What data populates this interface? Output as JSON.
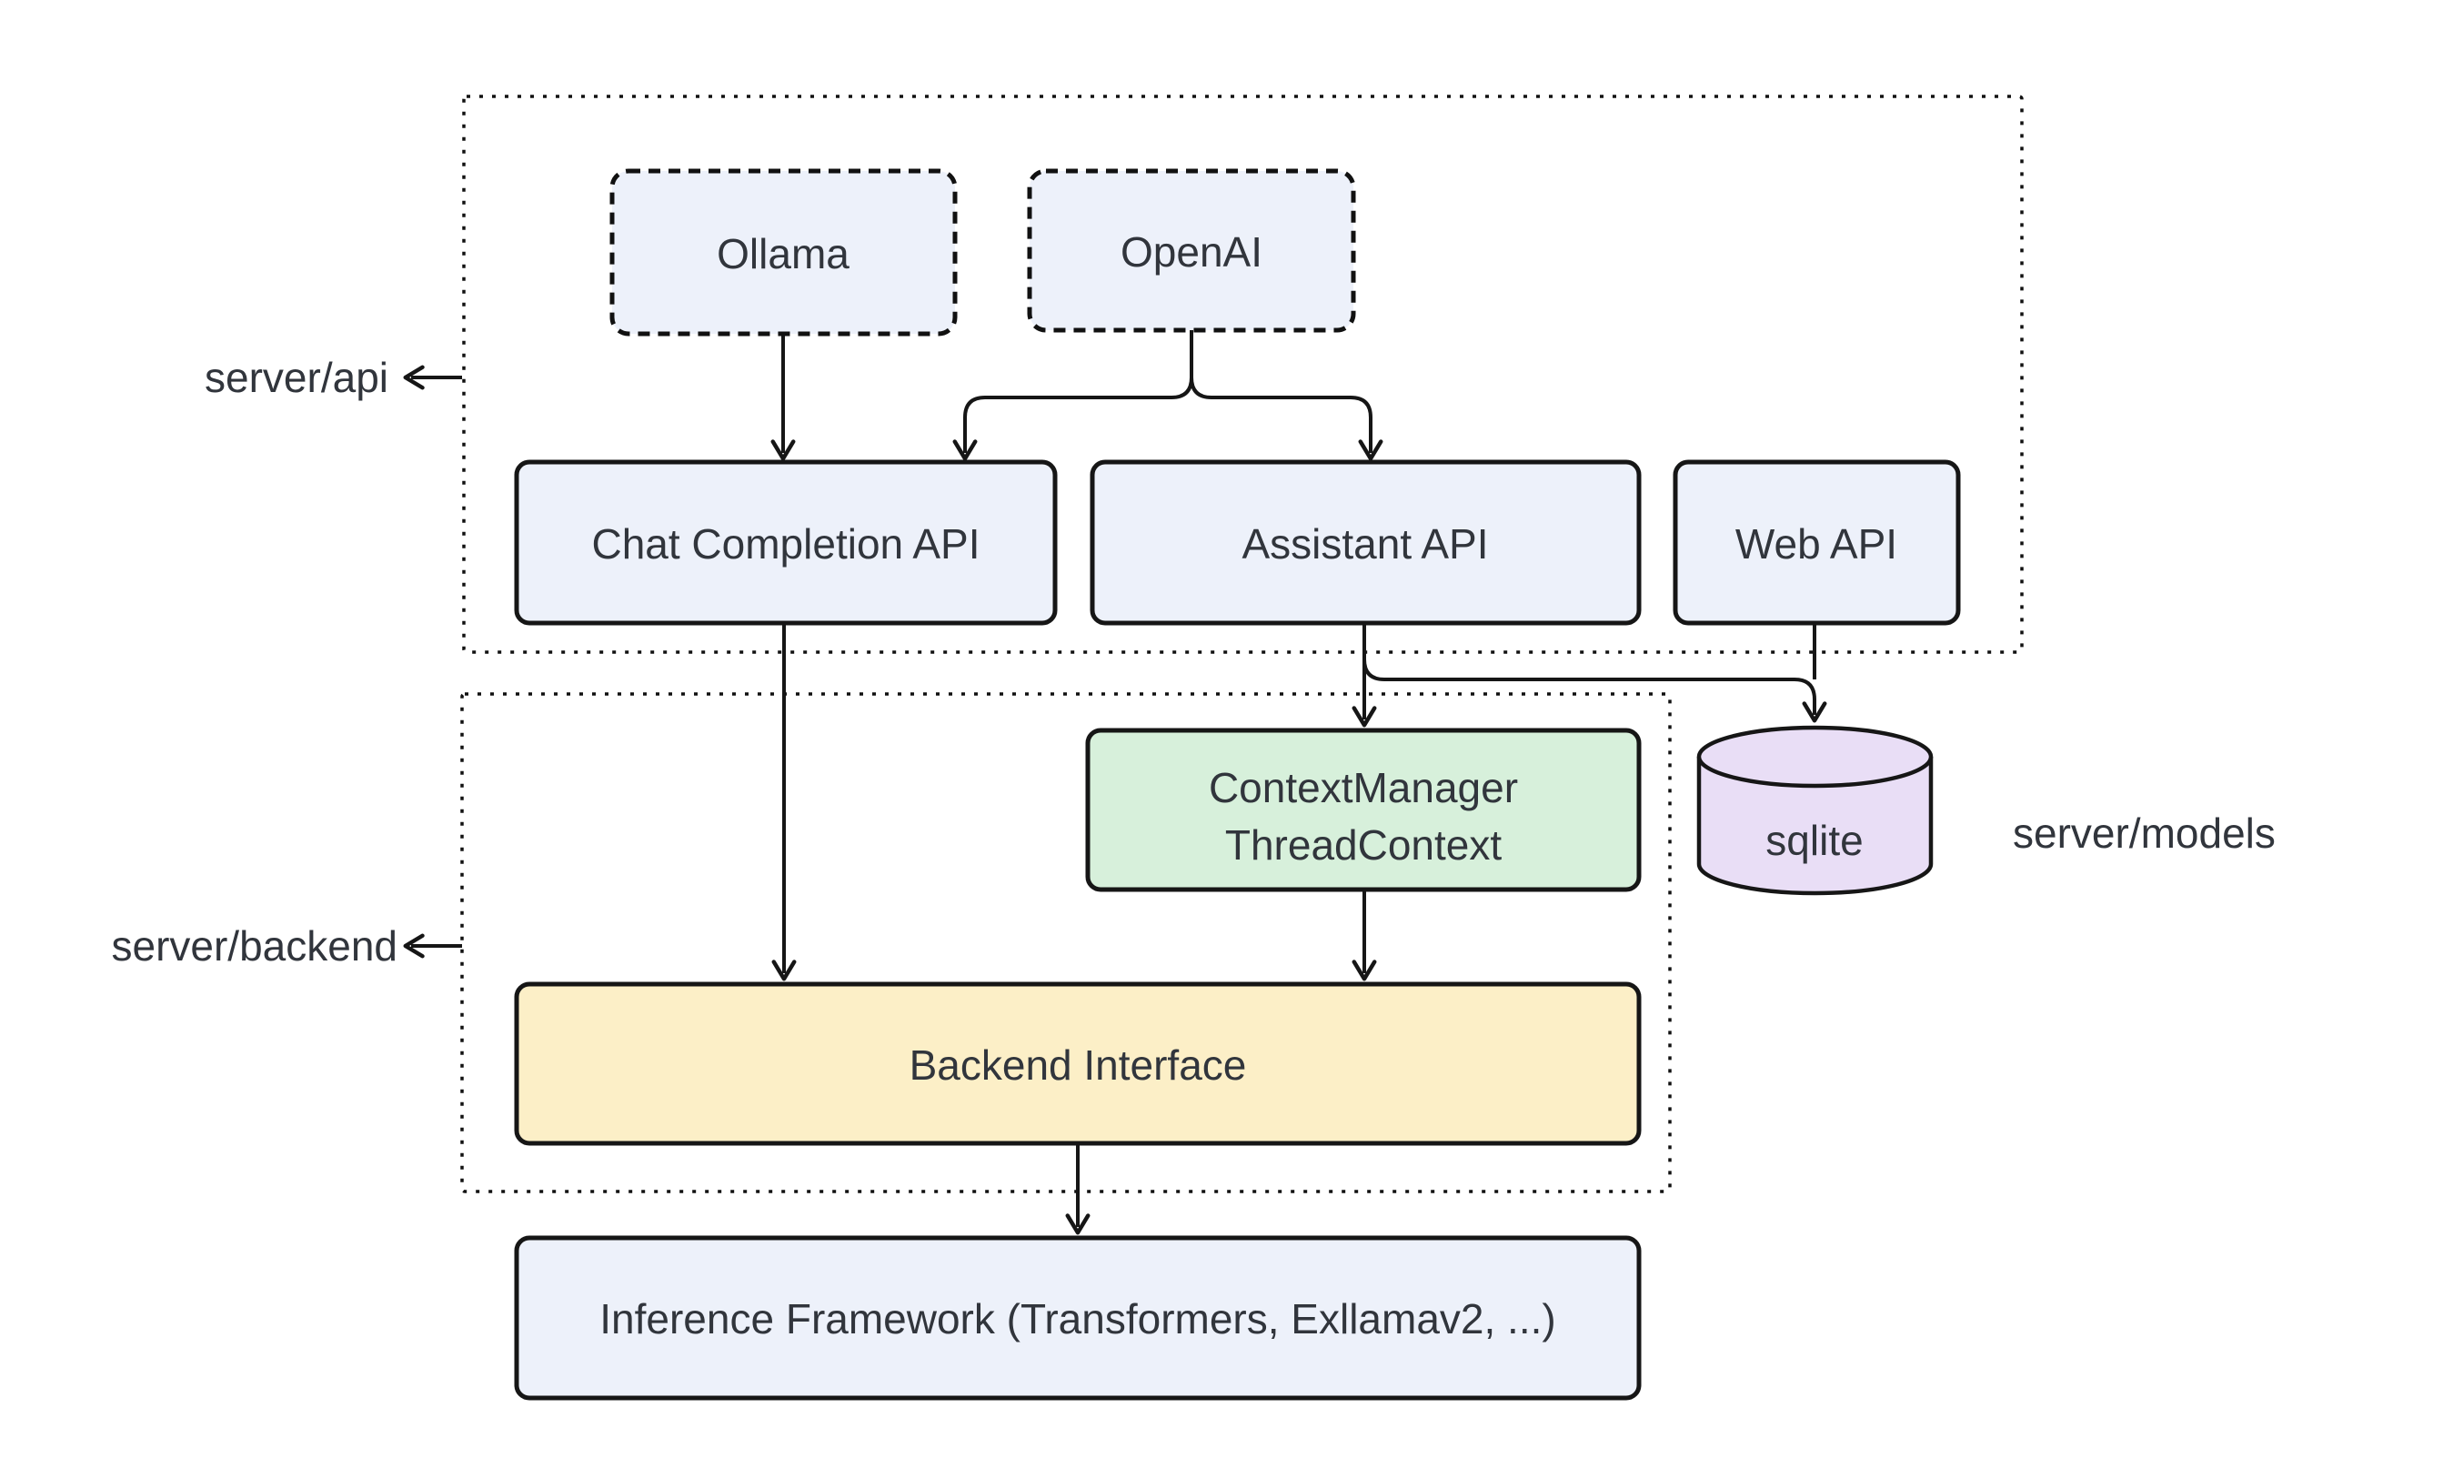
{
  "diagram": {
    "title": "server architecture diagram",
    "nodes": {
      "ollama": {
        "label": "Ollama",
        "kind": "external-source",
        "border": "dashed"
      },
      "openai": {
        "label": "OpenAI",
        "kind": "external-source",
        "border": "dashed"
      },
      "chat_completion_api": {
        "label": "Chat Completion API",
        "kind": "api"
      },
      "assistant_api": {
        "label": "Assistant API",
        "kind": "api"
      },
      "web_api": {
        "label": "Web API",
        "kind": "api"
      },
      "context_manager": {
        "label_line1": "ContextManager",
        "label_line2": "ThreadContext",
        "kind": "component"
      },
      "sqlite": {
        "label": "sqlite",
        "kind": "database"
      },
      "backend_interface": {
        "label": "Backend Interface",
        "kind": "component"
      },
      "inference_framework": {
        "label": "Inference Framework (Transformers, Exllamav2, ...)",
        "kind": "component"
      }
    },
    "group_labels": {
      "server_api": "server/api",
      "server_backend": "server/backend",
      "server_models": "server/models"
    },
    "edges": [
      {
        "from": "ollama",
        "to": "chat_completion_api"
      },
      {
        "from": "openai",
        "to": "chat_completion_api"
      },
      {
        "from": "openai",
        "to": "assistant_api"
      },
      {
        "from": "chat_completion_api",
        "to": "backend_interface"
      },
      {
        "from": "assistant_api",
        "to": "context_manager"
      },
      {
        "from": "assistant_api",
        "to": "sqlite"
      },
      {
        "from": "web_api",
        "to": "sqlite"
      },
      {
        "from": "context_manager",
        "to": "backend_interface"
      },
      {
        "from": "backend_interface",
        "to": "inference_framework"
      },
      {
        "from": "server_api_group",
        "to": "server_api_label"
      },
      {
        "from": "server_backend_group",
        "to": "server_backend_label"
      }
    ],
    "colors": {
      "node_blue": "#edf1fa",
      "node_green": "#d7f0db",
      "node_purple": "#e9def6",
      "node_yellow": "#fcefc7",
      "stroke": "#161616",
      "text": "#31353c",
      "background": "#ffffff"
    }
  }
}
